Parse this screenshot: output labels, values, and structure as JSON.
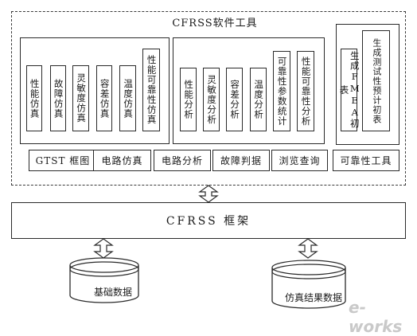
{
  "tool": {
    "title": "CFRSS软件工具",
    "sim_group": [
      "性能仿真",
      "故障仿真",
      "灵敏度仿真",
      "容差仿真",
      "温度仿真",
      "性能可靠性仿真"
    ],
    "analysis_group": [
      "性能分析",
      "灵敏度分析",
      "容差分析",
      "温度分析",
      "可靠性参数统计",
      "性能可靠性分析"
    ],
    "report_group": [
      "生成FMEA初表",
      "生成测试性预计初表"
    ],
    "tabs": [
      "GTST 框图",
      "电路仿真",
      "电路分析",
      "故障判据",
      "浏览查询",
      "可靠性工具"
    ]
  },
  "framework": {
    "label": "CFRSS 框架"
  },
  "databases": [
    "基础数据",
    "仿真结果数据"
  ],
  "watermark": "e-works"
}
